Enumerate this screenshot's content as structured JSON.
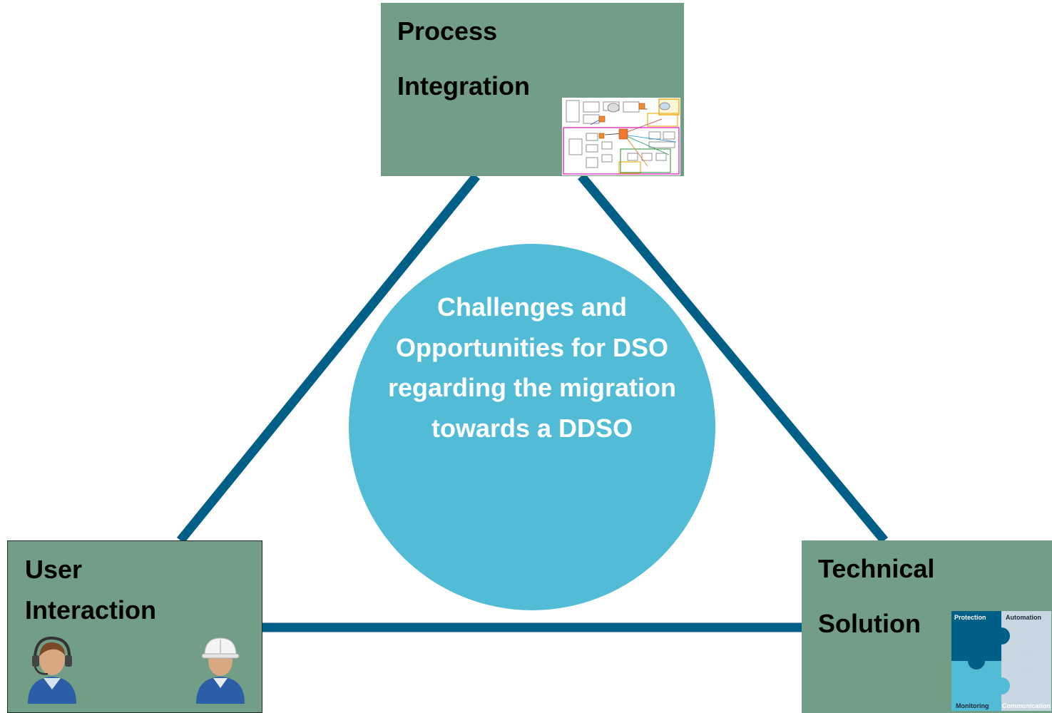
{
  "diagram": {
    "center_text": "Challenges and Opportunities for DSO regarding the migration towards a DDSO",
    "nodes": {
      "top": {
        "line1": "Process",
        "line2": "Integration"
      },
      "left": {
        "line1": "User",
        "line2": "Interaction"
      },
      "right": {
        "line1": "Technical",
        "line2": "Solution"
      }
    },
    "puzzle": {
      "protection": "Protection",
      "automation": "Automation",
      "monitoring": "Monitoring",
      "communication": "Communication"
    }
  },
  "colors": {
    "edge": "#005f87",
    "node_fill": "#729e87",
    "circle_fill": "#52bcd7"
  }
}
